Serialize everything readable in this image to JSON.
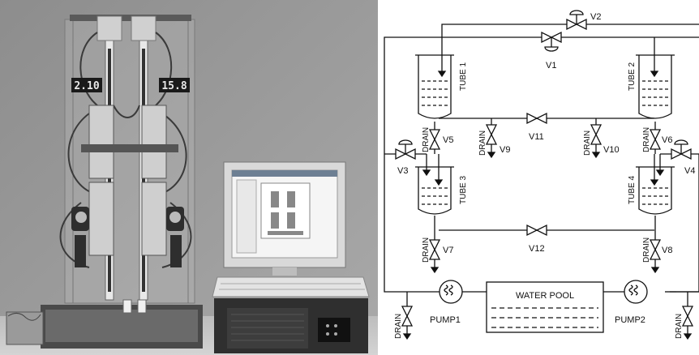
{
  "photo": {
    "display_left": "2.10",
    "display_right": "15.8"
  },
  "schematic": {
    "tubes": [
      "TUBE 1",
      "TUBE 2",
      "TUBE 3",
      "TUBE 4"
    ],
    "valves": [
      "V1",
      "V2",
      "V3",
      "V4",
      "V5",
      "V6",
      "V7",
      "V8",
      "V9",
      "V10",
      "V11",
      "V12"
    ],
    "drain_label": "DRAIN",
    "pumps": [
      "PUMP1",
      "PUMP2"
    ],
    "water_pool": "WATER POOL"
  }
}
